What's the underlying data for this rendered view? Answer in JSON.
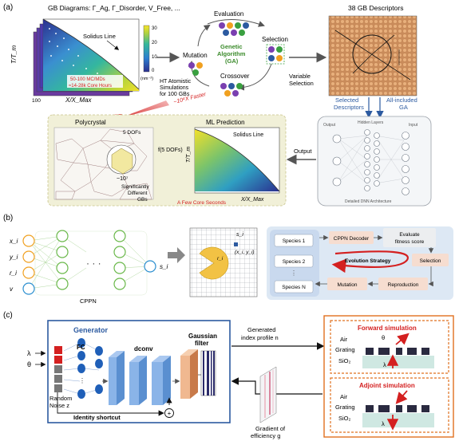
{
  "panel_a": {
    "label": "(a)",
    "gb_title": "GB Diagrams: Γ_Ag, Γ_Disorder, V_Free, ...",
    "solidus_line": "Solidus Line",
    "y_axis": "T/T_m",
    "x_axis": "X/X_Max",
    "x_tick": "100",
    "colorbar_ticks": [
      "30",
      "20",
      "10",
      "0"
    ],
    "colorbar_unit": "(nm⁻²)",
    "mc_md_line1": "50-100 MC/MDs",
    "mc_md_line2": "≈14-28k Core Hours",
    "ht_sim_line1": "HT Atomistic",
    "ht_sim_line2": "Simulations",
    "ht_sim_line3": "for 100 GBs",
    "faster": "~10⁴X Faster",
    "ga_title_1": "Genetic",
    "ga_title_2": "Algorithm",
    "ga_title_3": "(GA)",
    "evaluation": "Evaluation",
    "selection": "Selection",
    "mutation": "Mutation",
    "crossover": "Crossover",
    "variable_selection_1": "Variable",
    "variable_selection_2": "Selection",
    "descriptors_title": "38 GB Descriptors",
    "selected_descriptors_1": "Selected",
    "selected_descriptors_2": "Descriptors",
    "all_included_1": "All-included",
    "all_included_2": "GA",
    "output_arrow": "Output",
    "dnn_caption": "Detailed DNN Architecture",
    "dnn_output": "Output",
    "dnn_hidden": "Hidden Layers",
    "dnn_input": "Input",
    "polycrystal": "Polycrystal",
    "five_dofs": "5 DOFs",
    "function_dofs": "f(5 DOFs)",
    "count": "~10⁷",
    "sig_diff_1": "Significantly",
    "sig_diff_2": "Different",
    "sig_diff_3": "GBs",
    "ml_prediction": "ML Prediction",
    "solidus_line_2": "Solidus Line",
    "few_core_seconds": "A Few Core Seconds"
  },
  "panel_b": {
    "label": "(b)",
    "inputs": [
      "x_i",
      "y_i",
      "r_i",
      "v"
    ],
    "output": "s_i",
    "cppn": "CPPN",
    "grid_si": "s_i",
    "grid_coords": "(x_i, y_i)",
    "grid_ri": "r_i",
    "species": [
      "Species 1",
      "Species 2",
      "Species N"
    ],
    "cppn_decoder": "CPPN Decoder",
    "evaluate_1": "Evaluate",
    "evaluate_2": "fitness score",
    "evolution_strategy": "Evolution Strategy",
    "selection": "Selection",
    "mutation": "Mutation",
    "reproduction": "Reproduction"
  },
  "panel_c": {
    "label": "(c)",
    "generator": "Generator",
    "lambda": "λ",
    "theta": "θ",
    "fc": "FC",
    "dconv": "dconv",
    "gaussian_1": "Gaussian",
    "gaussian_2": "filter",
    "random_noise_1": "Random",
    "random_noise_2": "Noise z",
    "identity_shortcut": "Identity shortcut",
    "plus": "+",
    "generated_1": "Generated",
    "generated_2": "index profile n",
    "gradient_1": "Gradient of",
    "gradient_2": "efficiency g",
    "forward_sim": "Forward simulation",
    "adjoint_sim": "Adjoint simulation",
    "air": "Air",
    "grating": "Grating",
    "sio2": "SiO₂",
    "theta_sim": "θ",
    "lambda_sim": "λ"
  },
  "colors": {
    "ga_green": "#3a8a2a",
    "accent_red": "#d42020",
    "frame_blue": "#2c5aa0",
    "frame_orange": "#e0701e",
    "panel_b_bg": "#dde8f4",
    "ml_box_bg": "#f1f0d8"
  }
}
